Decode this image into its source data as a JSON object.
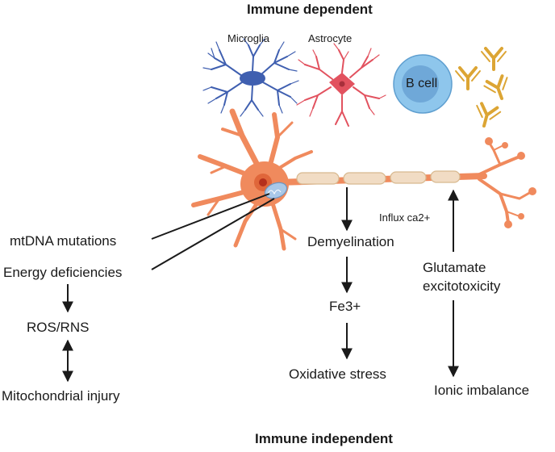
{
  "titles": {
    "top": "Immune dependent",
    "bottom": "Immune independent"
  },
  "cells": {
    "microglia": "Microglia",
    "astrocyte": "Astrocyte",
    "b_cell": "B cell"
  },
  "left_pathway": {
    "mtdna": "mtDNA mutations",
    "energy": "Energy deficiencies",
    "ros": "ROS/RNS",
    "mito": "Mitochondrial injury"
  },
  "center_pathway": {
    "demyelination": "Demyelination",
    "iron": "Fe3+",
    "oxidative": "Oxidative stress"
  },
  "right_pathway": {
    "influx": "Influx ca2+",
    "glutamate_1": "Glutamate",
    "glutamate_2": "excitotoxicity",
    "ionic": "Ionic imbalance"
  },
  "colors": {
    "neuron": "#f08a5d",
    "neuron_dark": "#e0663a",
    "nucleus": "#d9482b",
    "myelin": "#f1dcc4",
    "mitochondria": "#a9c8e8",
    "microglia": "#3f5fb0",
    "astrocyte": "#e2525f",
    "b_cell": "#8ec6ec",
    "b_cell_core": "#6fa8d8",
    "antibody": "#dca534",
    "line": "#1a1a1a"
  }
}
